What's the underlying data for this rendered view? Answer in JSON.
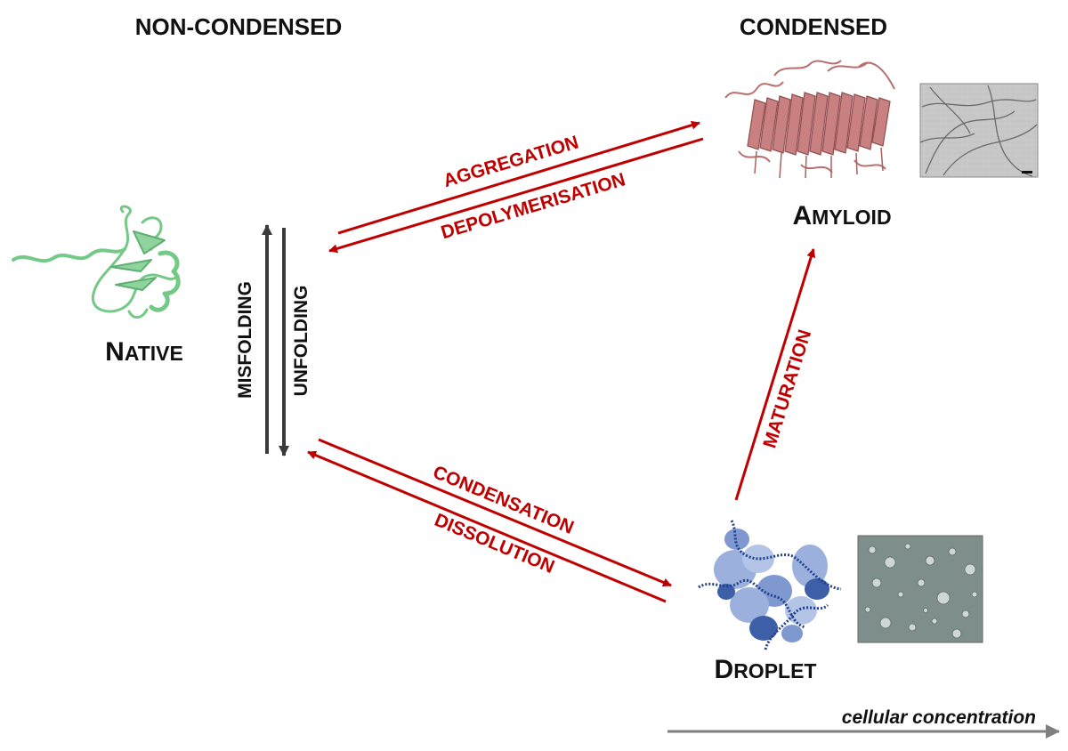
{
  "headers": {
    "left": "NON-CONDENSED",
    "right": "CONDENSED"
  },
  "states": {
    "native": {
      "first": "N",
      "rest": "ATIVE"
    },
    "amyloid": {
      "first": "A",
      "rest": "MYLOID"
    },
    "droplet": {
      "first": "D",
      "rest": "ROPLET"
    }
  },
  "transitions": {
    "aggregation": "AGGREGATION",
    "depolymerisation": "DEPOLYMERISATION",
    "misfolding": "MISFOLDING",
    "unfolding": "UNFOLDING",
    "condensation": "CONDENSATION",
    "dissolution": "DISSOLUTION",
    "maturation": "MATURATION"
  },
  "axis": {
    "label": "cellular concentration"
  },
  "colors": {
    "transition_red": "#c00000",
    "reversible_dark": "#3a3a3a",
    "axis_gray": "#7f7f7f",
    "native_green": "#7fcf8f",
    "amyloid_rose": "#c98080",
    "droplet_blue": "#5577bb"
  },
  "icons": [
    "native-protein-icon",
    "amyloid-fibril-icon",
    "droplet-condensate-icon",
    "fibril-micrograph",
    "droplet-micrograph"
  ]
}
